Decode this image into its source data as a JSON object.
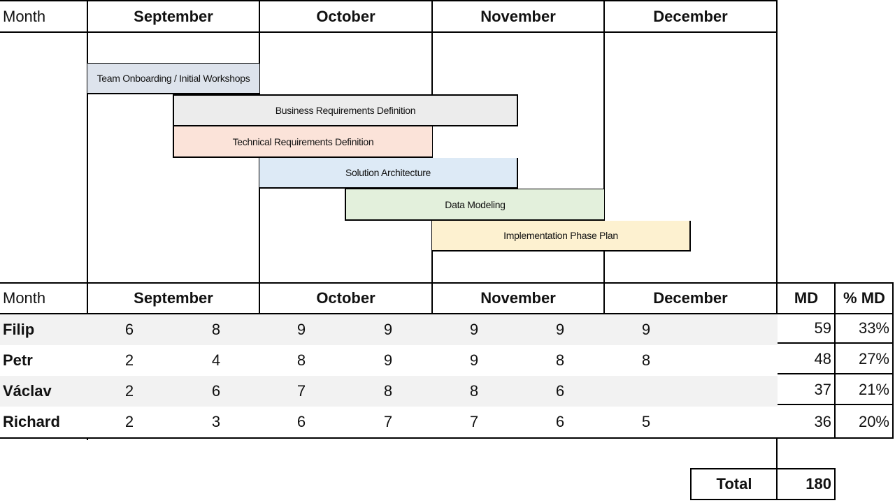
{
  "top_header": {
    "month_label": "Month",
    "months": [
      "September",
      "October",
      "November",
      "December"
    ]
  },
  "tasks": [
    {
      "label": "Team Onboarding / Initial Workshops",
      "color": "#dde3ec"
    },
    {
      "label": "Business Requirements Definition",
      "color": "#ececec"
    },
    {
      "label": "Technical Requirements Definition",
      "color": "#fbe3d9"
    },
    {
      "label": "Solution Architecture",
      "color": "#ddeaf6"
    },
    {
      "label": "Data Modeling",
      "color": "#e3f0dc"
    },
    {
      "label": "Implementation Phase Plan",
      "color": "#fdf1d0"
    }
  ],
  "table": {
    "month_label": "Month",
    "months": [
      "September",
      "October",
      "November",
      "December"
    ],
    "md_label": "MD",
    "pct_label": "% MD",
    "rows": [
      {
        "name": "Filip",
        "values": [
          "6",
          "8",
          "9",
          "9",
          "9",
          "9",
          "9",
          ""
        ],
        "md": "59",
        "pct": "33%"
      },
      {
        "name": "Petr",
        "values": [
          "2",
          "4",
          "8",
          "9",
          "9",
          "8",
          "8",
          ""
        ],
        "md": "48",
        "pct": "27%"
      },
      {
        "name": "Václav",
        "values": [
          "2",
          "6",
          "7",
          "8",
          "8",
          "6",
          "",
          ""
        ],
        "md": "37",
        "pct": "21%"
      },
      {
        "name": "Richard",
        "values": [
          "2",
          "3",
          "6",
          "7",
          "7",
          "6",
          "5",
          ""
        ],
        "md": "36",
        "pct": "20%"
      }
    ],
    "total_label": "Total",
    "total_value": "180"
  }
}
